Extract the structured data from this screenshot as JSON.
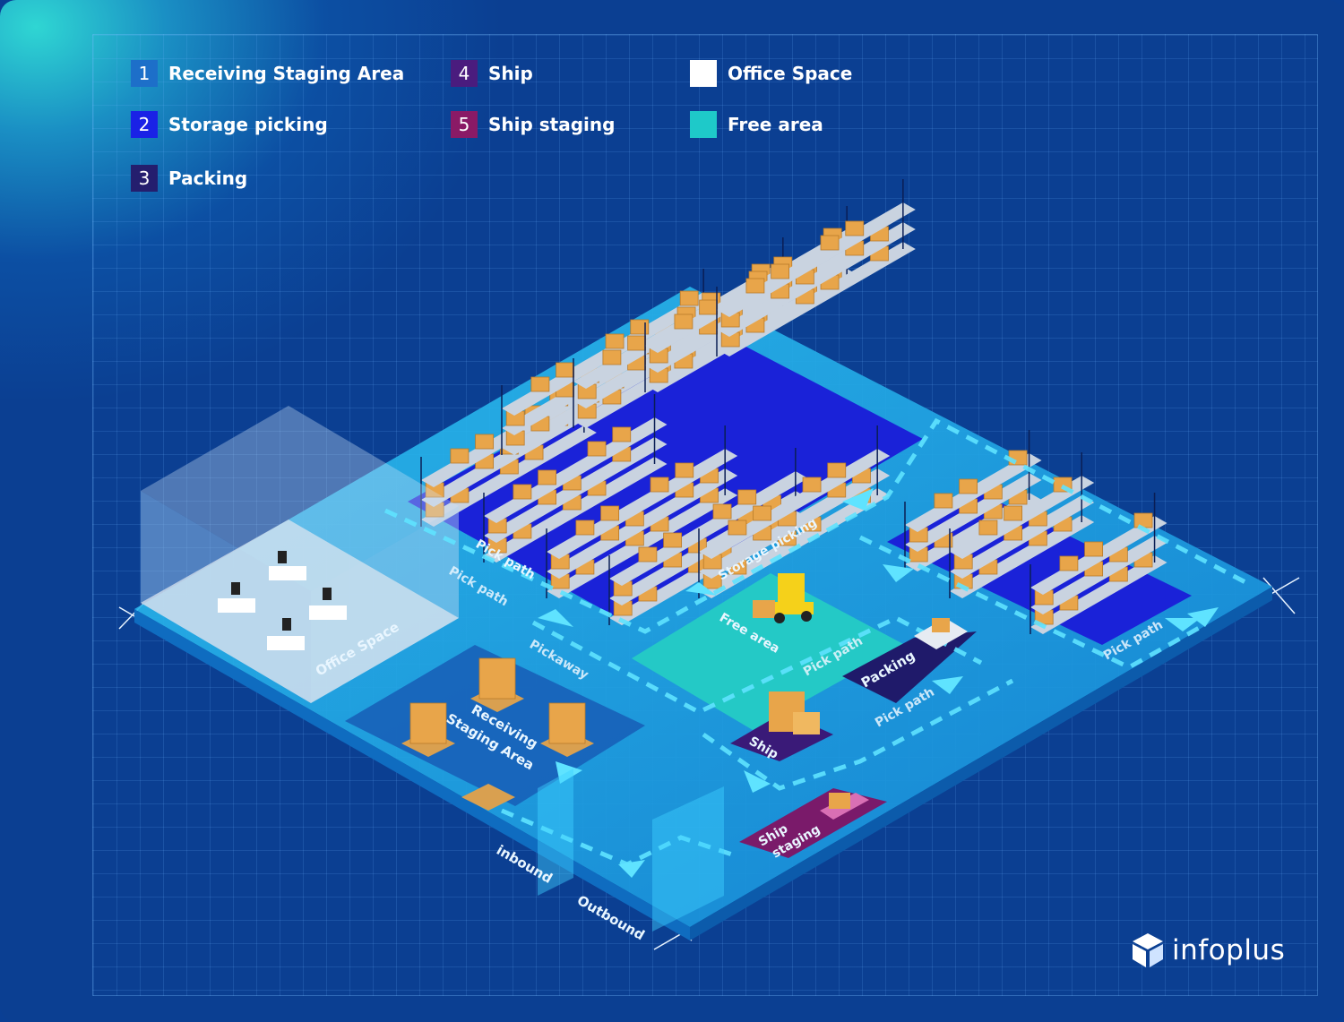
{
  "legend": [
    {
      "num": "1",
      "label": "Receiving Staging Area",
      "color": "#1d6fc9"
    },
    {
      "num": "2",
      "label": "Storage picking",
      "color": "#1a22e6"
    },
    {
      "num": "3",
      "label": "Packing",
      "color": "#241e6e"
    },
    {
      "num": "4",
      "label": "Ship",
      "color": "#4a1c7e"
    },
    {
      "num": "5",
      "label": "Ship staging",
      "color": "#8a1a66"
    },
    {
      "num": "",
      "label": "Office Space",
      "color": "#ffffff"
    },
    {
      "num": "",
      "label": "Free area",
      "color": "#1ec9c9"
    }
  ],
  "floor_labels": {
    "office": "Office Space",
    "receiving_1": "Receiving",
    "receiving_2": "Staging Area",
    "pickaway": "Pickaway",
    "pick_path_a": "Pick path",
    "pick_path_b": "Pick path",
    "pick_path_c": "Pick path",
    "pick_path_d": "Pick path",
    "pick_path_e": "Pick path",
    "storage_picking": "Storage picking",
    "free_area": "Free area",
    "packing": "Packing",
    "ship": "Ship",
    "ship_staging_1": "Ship",
    "ship_staging_2": "staging",
    "inbound": "inbound",
    "outbound": "Outbound"
  },
  "colors": {
    "floor": "#1aa3e3",
    "storage_zone": "#1a1fd8",
    "free_area": "#22c4c4",
    "packing_zone": "#1f1a6a",
    "ship_zone": "#3a1a78",
    "ship_staging_zone": "#7a1a6a",
    "box": "#e8a54a"
  },
  "brand": {
    "name": "infoplus",
    "icon": "cube-logo-icon"
  }
}
